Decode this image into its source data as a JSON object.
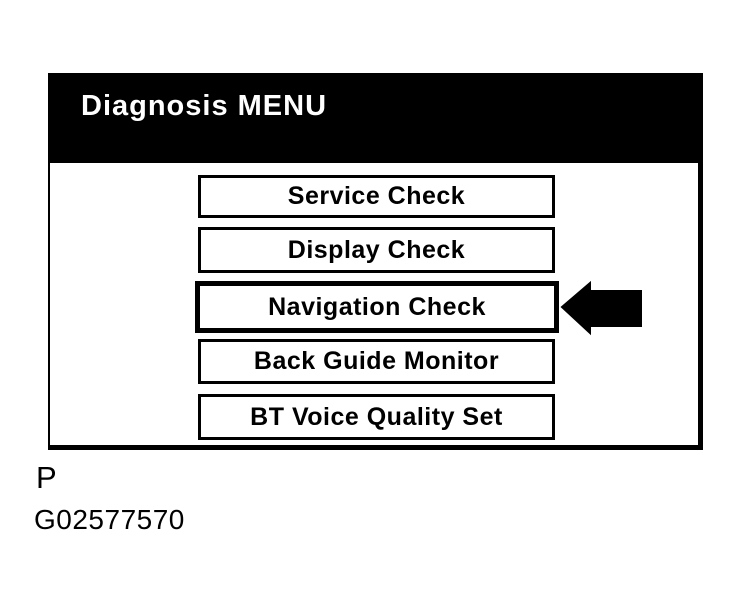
{
  "screen": {
    "header": {
      "title": "Diagnosis MENU"
    },
    "menu_buttons": [
      {
        "label": "Service Check",
        "selected": false
      },
      {
        "label": "Display Check",
        "selected": false
      },
      {
        "label": "Navigation Check",
        "selected": true
      },
      {
        "label": "Back Guide Monitor",
        "selected": false
      },
      {
        "label": "BT Voice Quality Set",
        "selected": false
      }
    ]
  },
  "pointer": {
    "icon": "left-arrow",
    "points_to": "Navigation Check"
  },
  "caption": {
    "page_marker": "P",
    "figure_id": "G02577570"
  },
  "colors": {
    "ink": "#000000",
    "paper": "#ffffff",
    "header_bg": "#000000",
    "header_text": "#ffffff"
  }
}
